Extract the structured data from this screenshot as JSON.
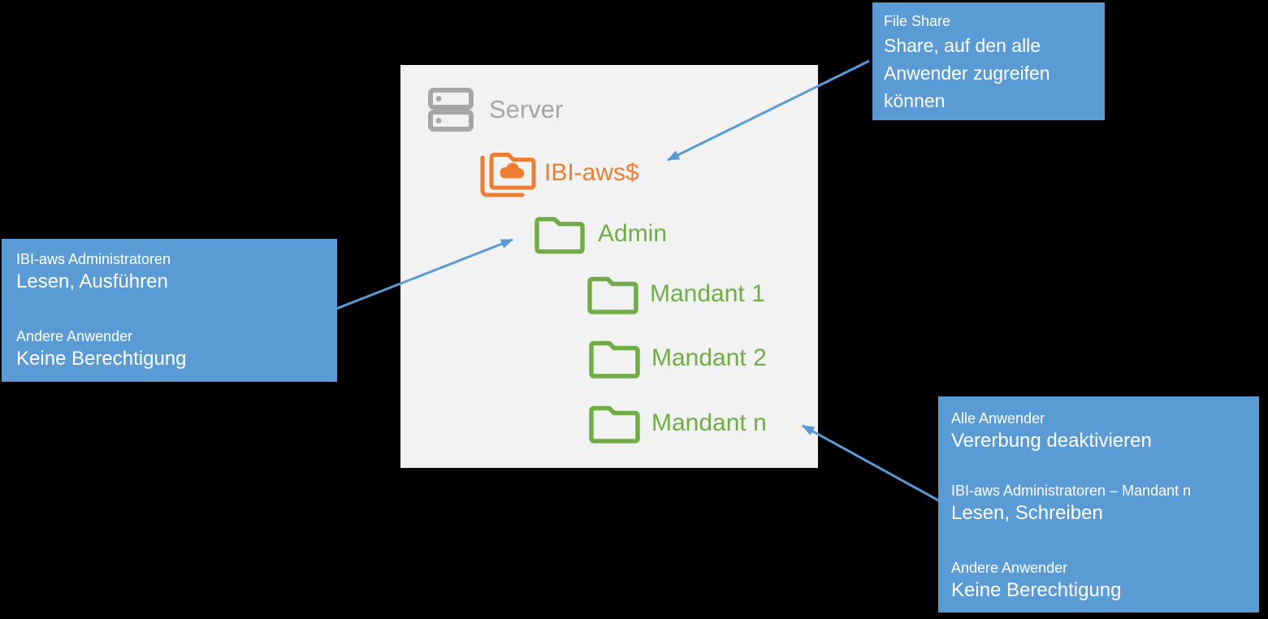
{
  "colors": {
    "background": "#000000",
    "panel_bg": "#F2F2F2",
    "callout_blue": "#5B9BD5",
    "arrow_blue": "#5B9BD5",
    "server_gray": "#A6A6A6",
    "share_orange": "#ED7D31",
    "folder_green": "#70AD47",
    "callout_text": "#FFFFFF"
  },
  "server_tree": {
    "server": {
      "label": "Server",
      "icon": "server-icon"
    },
    "share": {
      "label": "IBI-aws$",
      "icon": "shared-folder-cloud-icon"
    },
    "folders": [
      {
        "label": "Admin",
        "icon": "folder-icon"
      },
      {
        "label": "Mandant 1",
        "icon": "folder-icon"
      },
      {
        "label": "Mandant 2",
        "icon": "folder-icon"
      },
      {
        "label": "Mandant n",
        "icon": "folder-icon"
      }
    ]
  },
  "callouts": {
    "file_share": {
      "title": "File Share",
      "body": "Share, auf den alle Anwender zugreifen können"
    },
    "admin_permissions": {
      "groups": [
        {
          "title": "IBI-aws Administratoren",
          "value": "Lesen, Ausführen"
        },
        {
          "title": "Andere Anwender",
          "value": "Keine Berechtigung"
        }
      ]
    },
    "mandant_permissions": {
      "groups": [
        {
          "title": "Alle Anwender",
          "value": "Vererbung deaktivieren"
        },
        {
          "title": "IBI-aws Administratoren – Mandant n",
          "value": "Lesen, Schreiben"
        },
        {
          "title": "Andere Anwender",
          "value": "Keine Berechtigung"
        }
      ]
    }
  }
}
